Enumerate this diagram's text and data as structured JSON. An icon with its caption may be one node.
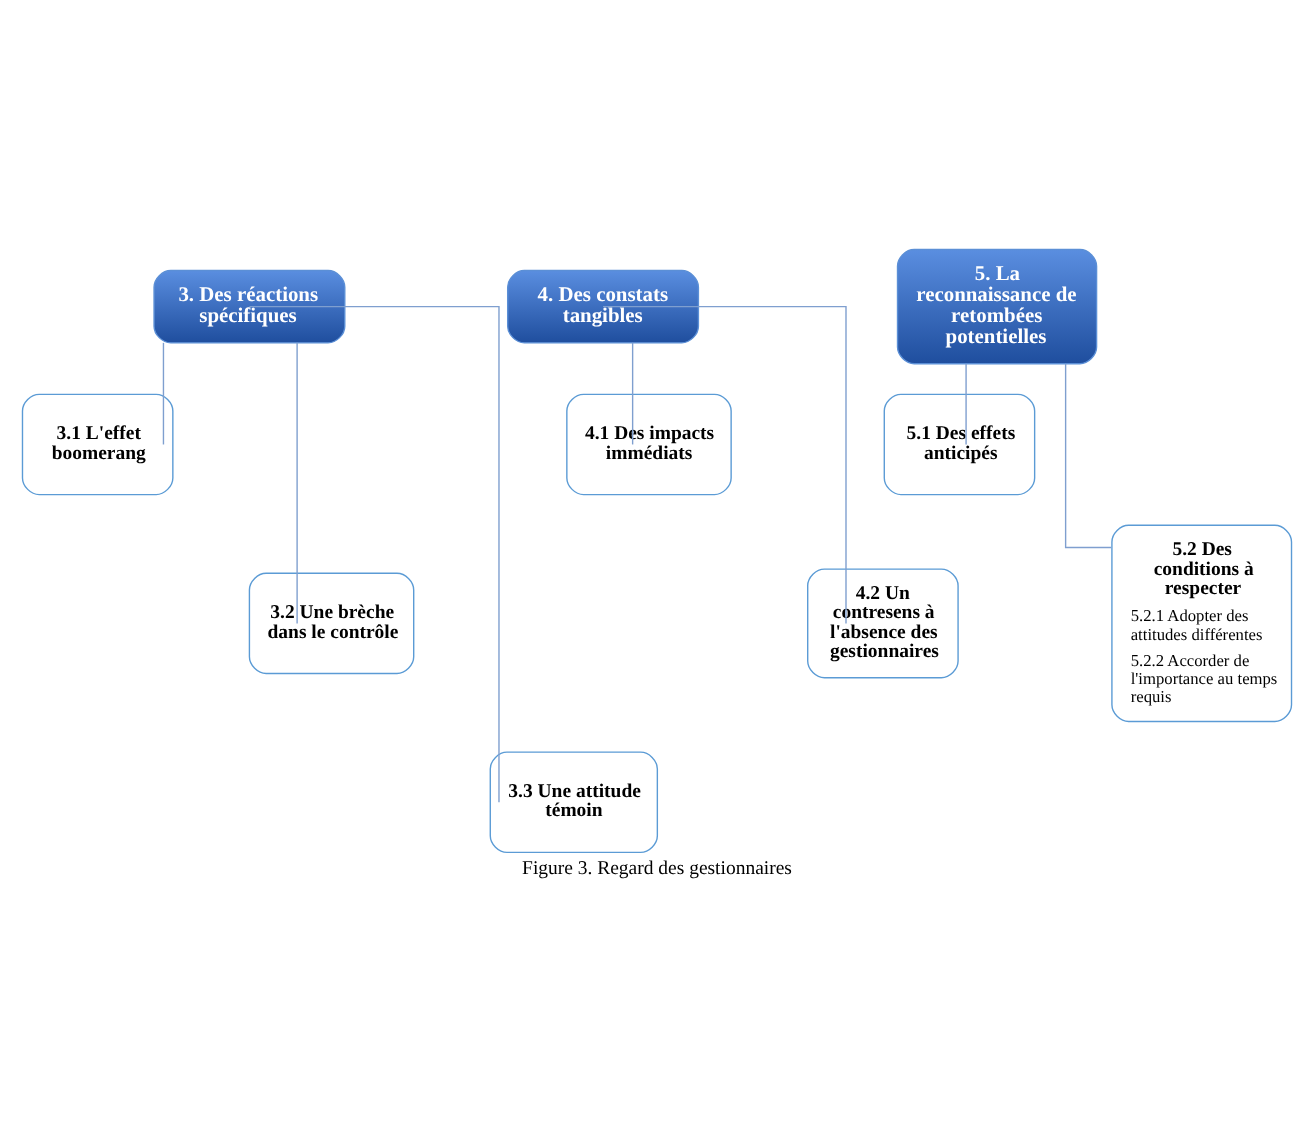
{
  "diagram": {
    "caption": "Figure 3. Regard des gestionnaires",
    "nodes": [
      {
        "text": [
          "3. Des réactions spécifiques"
        ]
      },
      {
        "text": [
          "3.1 L'effet boomerang"
        ]
      },
      {
        "text": [
          "3.2 Une brèche dans le contrôle"
        ]
      },
      {
        "text": [
          "3.3 Une attitude témoin"
        ]
      },
      {
        "text": [
          "4. Des constats tangibles"
        ]
      },
      {
        "text": [
          "4.1 Des impacts immédiats"
        ]
      },
      {
        "text": [
          "4.2 Un contresens à l'absence des gestionnaires"
        ]
      },
      {
        "text": [
          "5. La reconnaissance de retombées potentielles"
        ]
      },
      {
        "text": [
          "5.1 Des effets anticipés"
        ]
      },
      {
        "text": [
          "5.2 Des conditions à respecter",
          "5.2.1 Adopter des attitudes différentes",
          "5.2.2 Accorder de l'importance au temps requis"
        ]
      }
    ],
    "edges": [
      {
        "from": 0,
        "to": 1,
        "arrow": "none"
      },
      {
        "from": 0,
        "to": 2,
        "arrow": "none"
      },
      {
        "from": 0,
        "to": 3,
        "arrow": "none"
      },
      {
        "from": 4,
        "to": 5,
        "arrow": "none"
      },
      {
        "from": 4,
        "to": 6,
        "arrow": "none"
      },
      {
        "from": 7,
        "to": 8,
        "arrow": "none"
      },
      {
        "from": 7,
        "to": 9,
        "arrow": "none"
      }
    ]
  }
}
